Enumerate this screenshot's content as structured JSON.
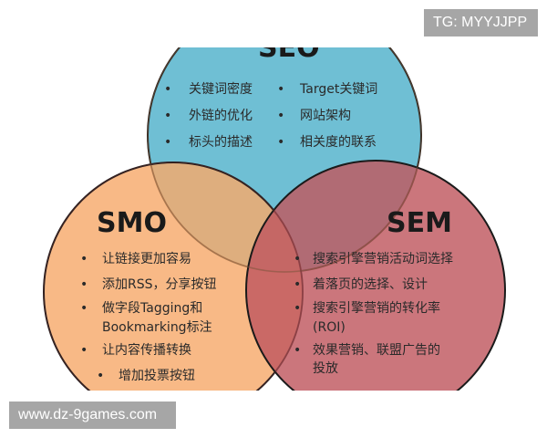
{
  "diagram": {
    "circles": [
      {
        "title": "SEO",
        "color": "#6fbfd4",
        "items": [
          "关键词密度",
          "外链的优化",
          "标头的描述",
          "Target关键词",
          "网站架构",
          "相关度的联系"
        ]
      },
      {
        "title": "SMO",
        "color": "#f6a96b",
        "items": [
          "让链接更加容易",
          "添加RSS，分享按钮",
          "做字段Tagging和",
          "Bookmarking标注",
          "让内容传播转换",
          "增加投票按钮"
        ]
      },
      {
        "title": "SEM",
        "color": "#c0585f",
        "items": [
          "搜索引擎营销活动词选择",
          "着落页的选择、设计",
          "搜索引擎营销的转化率",
          "(ROI)",
          "效果营销、联盟广告的",
          "投放"
        ]
      }
    ]
  },
  "watermarks": {
    "top_right": "TG: MYYJJPP",
    "bottom_left": "www.dz-9games.com"
  }
}
